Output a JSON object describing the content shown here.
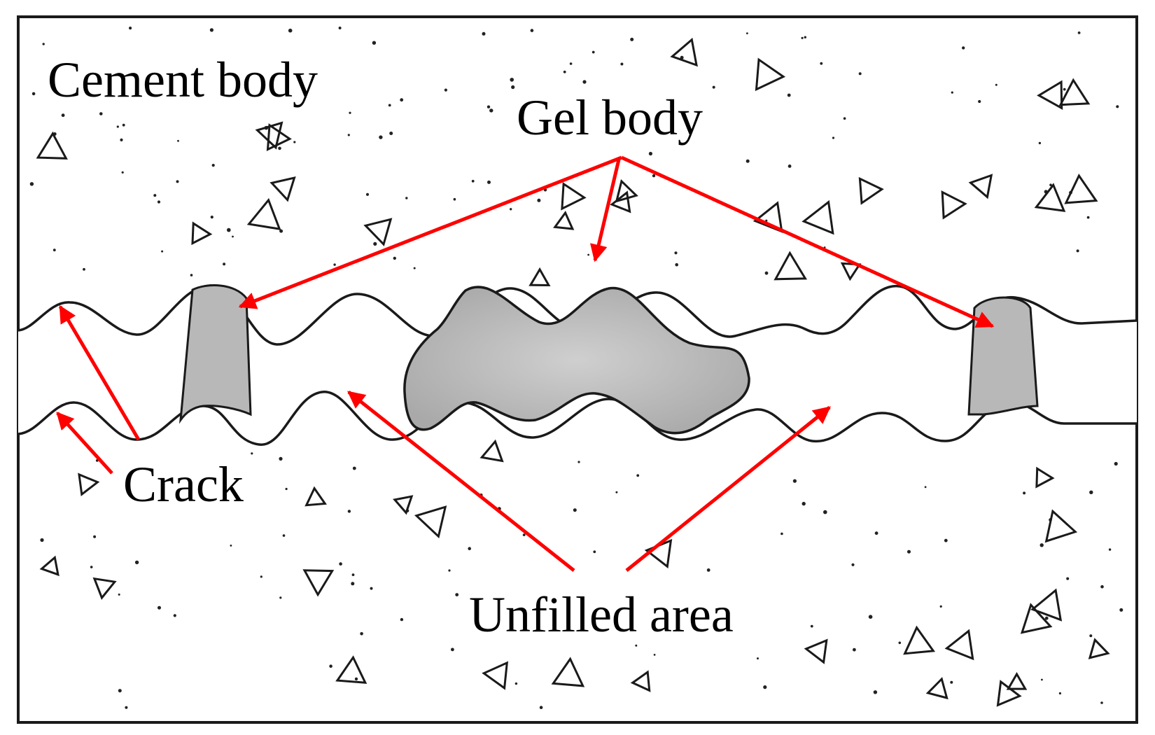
{
  "labels": {
    "cement_body": "Cement body",
    "gel_body": "Gel body",
    "crack": "Crack",
    "unfilled_area": "Unfilled area"
  },
  "colors": {
    "arrow": "#ff0000",
    "outline": "#1a1a1a",
    "gel_fill": "#b8b8b8",
    "background": "#ffffff"
  },
  "icons": {
    "aggregate": "triangle-outline",
    "sand": "dot"
  }
}
